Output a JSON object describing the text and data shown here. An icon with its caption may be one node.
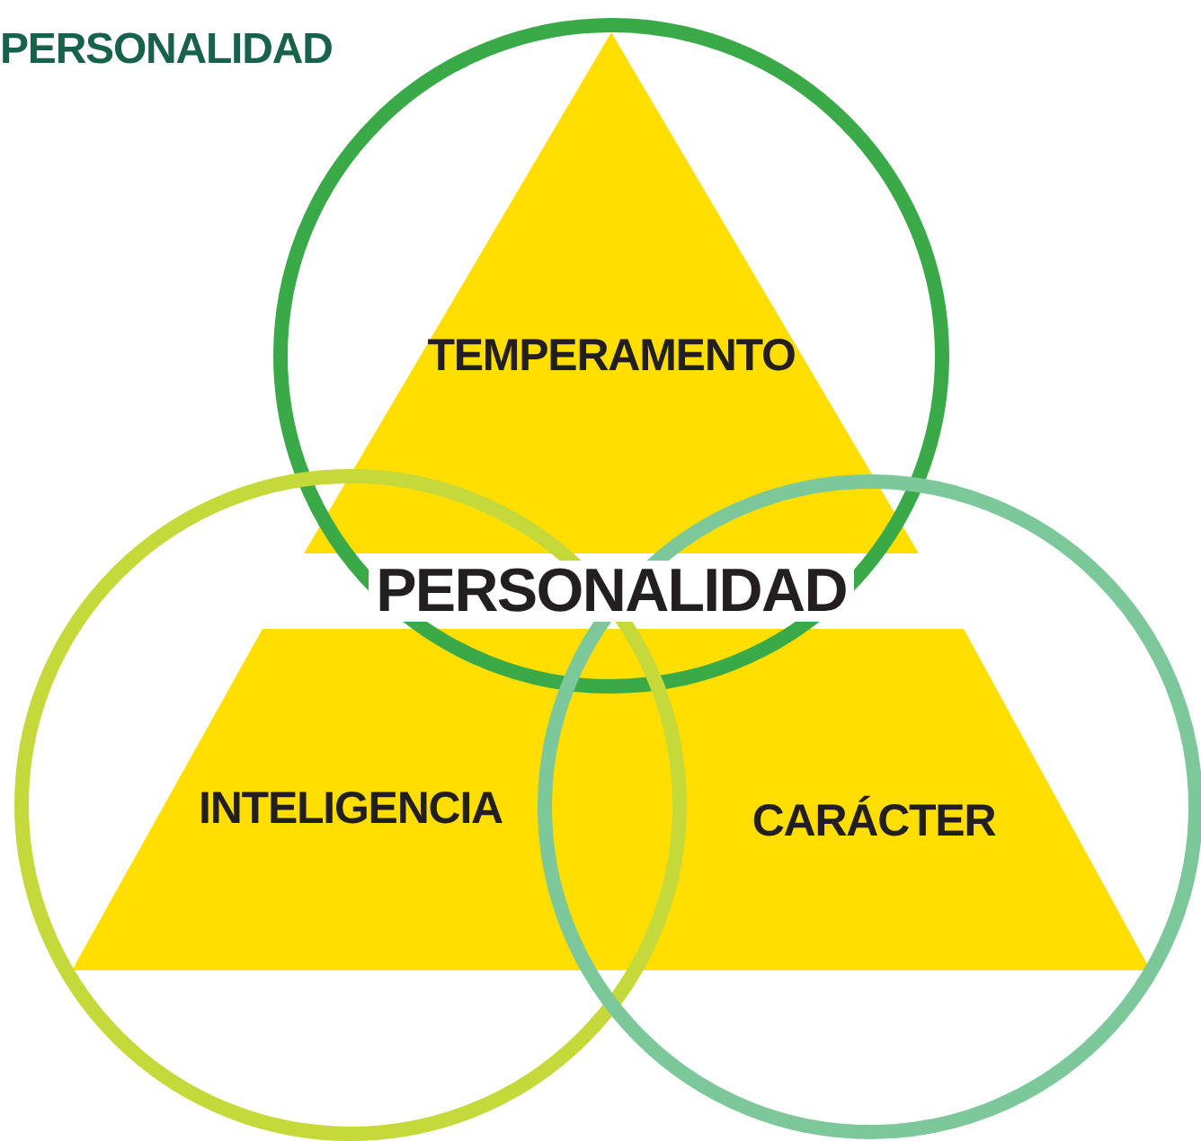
{
  "diagram": {
    "title": "PERSONALIDAD",
    "nodes": [
      {
        "text": [
          "TEMPERAMENTO"
        ]
      },
      {
        "text": [
          "INTELIGENCIA"
        ]
      },
      {
        "text": [
          "CARÁCTER"
        ]
      }
    ],
    "labels": [
      "PERSONALIDAD"
    ]
  }
}
